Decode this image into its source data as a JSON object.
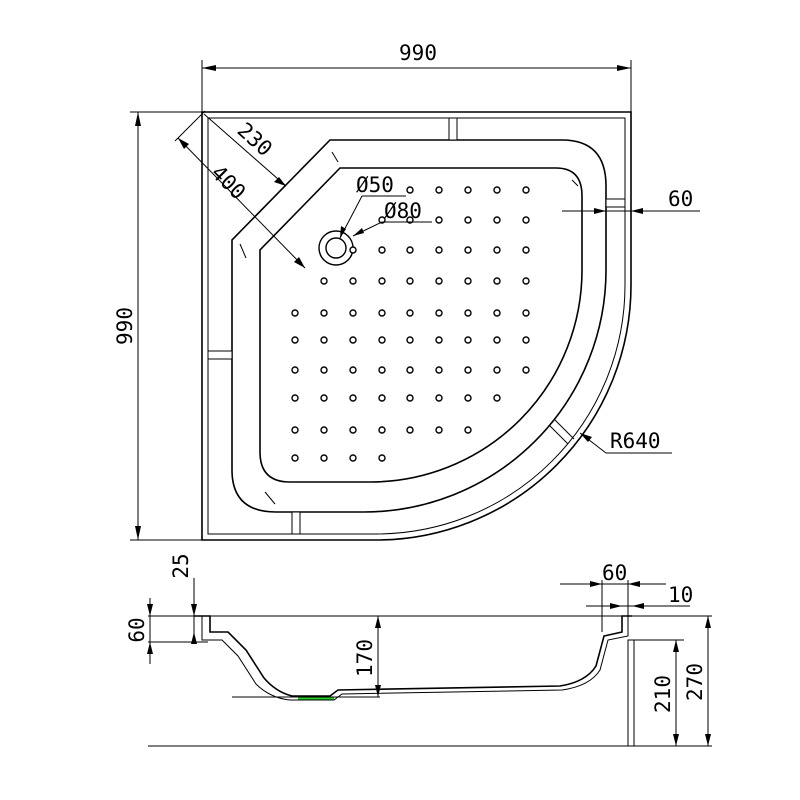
{
  "dimensions": {
    "width": "990",
    "depth": "990",
    "corner_cut_outer": "230",
    "corner_cut_inner": "400",
    "drain_inner": "Ø50",
    "drain_outer": "Ø80",
    "rim_width": "60",
    "radius": "R640",
    "rim_thickness": "25",
    "rim_height": "60",
    "basin_depth": "170",
    "side_rim_width": "60",
    "side_wall": "10",
    "support_height": "210",
    "total_height": "270"
  },
  "colors": {
    "line": "#000000",
    "drain_highlight": "#22cc22",
    "background": "#ffffff"
  }
}
